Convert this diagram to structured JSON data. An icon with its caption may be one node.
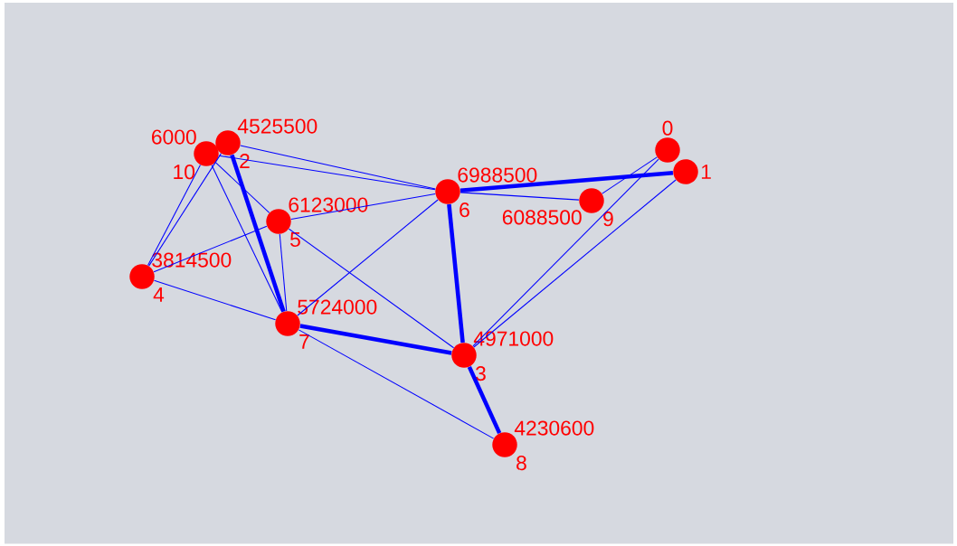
{
  "diagram": {
    "nodes": [
      {
        "text": [],
        "shape": "circle",
        "beside": [
          "0"
        ]
      },
      {
        "text": [],
        "shape": "circle",
        "beside": [
          "1"
        ]
      },
      {
        "text": [
          "4525500"
        ],
        "beside": [
          "2"
        ]
      },
      {
        "text": [
          "4971000"
        ],
        "beside": [
          "3"
        ]
      },
      {
        "text": [
          "3814500"
        ],
        "beside": [
          "4"
        ]
      },
      {
        "text": [
          "6123000"
        ],
        "beside": [
          "5"
        ]
      },
      {
        "text": [
          "6988500"
        ],
        "beside": [
          "6"
        ]
      },
      {
        "text": [
          "5724000"
        ],
        "beside": [
          "7"
        ]
      },
      {
        "text": [
          "4230600"
        ],
        "beside": [
          "8"
        ]
      },
      {
        "text": [
          "6088500"
        ],
        "beside": [
          "9"
        ]
      },
      {
        "text": [
          "6000"
        ],
        "beside": [
          "10"
        ]
      }
    ],
    "edges": [
      {
        "from": 10,
        "to": 4,
        "arrow": "none"
      },
      {
        "from": 2,
        "to": 4,
        "arrow": "none"
      },
      {
        "from": 10,
        "to": 5,
        "arrow": "none"
      },
      {
        "from": 2,
        "to": 7,
        "arrow": "none",
        "style": "thick"
      },
      {
        "from": 10,
        "to": 7,
        "arrow": "none"
      },
      {
        "from": 5,
        "to": 7,
        "arrow": "none"
      },
      {
        "from": 2,
        "to": 6,
        "arrow": "none"
      },
      {
        "from": 10,
        "to": 6,
        "arrow": "none"
      },
      {
        "from": 5,
        "to": 6,
        "arrow": "none"
      },
      {
        "from": 5,
        "to": 3,
        "arrow": "none"
      },
      {
        "from": 4,
        "to": 5,
        "arrow": "none"
      },
      {
        "from": 4,
        "to": 7,
        "arrow": "none"
      },
      {
        "from": 7,
        "to": 8,
        "arrow": "none"
      },
      {
        "from": 7,
        "to": 3,
        "arrow": "none",
        "style": "thick"
      },
      {
        "from": 7,
        "to": 6,
        "arrow": "none"
      },
      {
        "from": 6,
        "to": 3,
        "arrow": "none",
        "style": "thick"
      },
      {
        "from": 6,
        "to": 1,
        "arrow": "none",
        "style": "thick"
      },
      {
        "from": 6,
        "to": 9,
        "arrow": "none"
      },
      {
        "from": 3,
        "to": 8,
        "arrow": "none",
        "style": "thick"
      },
      {
        "from": 3,
        "to": 0,
        "arrow": "none"
      },
      {
        "from": 3,
        "to": 1,
        "arrow": "none"
      },
      {
        "from": 9,
        "to": 0,
        "arrow": "none"
      }
    ]
  }
}
